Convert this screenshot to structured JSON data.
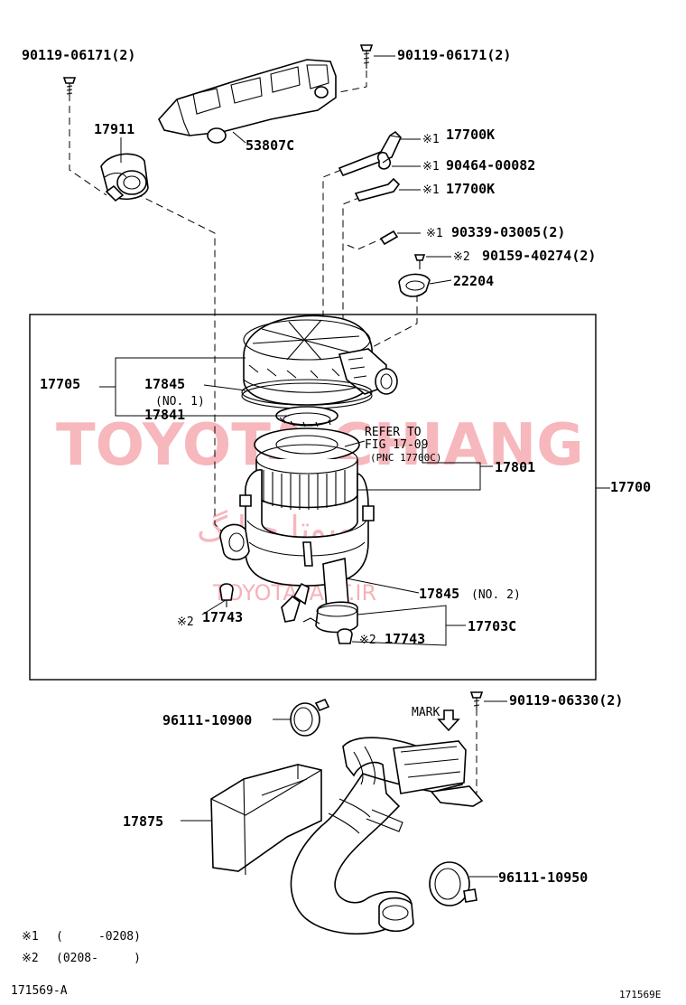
{
  "labels": {
    "p90119_06171_a": "90119-06171(2)",
    "p90119_06171_b": "90119-06171(2)",
    "p17911": "17911",
    "p53807C": "53807C",
    "p17700K_a": "17700K",
    "p90464": "90464-00082",
    "p17700K_b": "17700K",
    "p90339": "90339-03005(2)",
    "p90159": "90159-40274(2)",
    "p22204": "22204",
    "p17705": "17705",
    "p17845": "17845",
    "p17845_no1": "(NO. 1)",
    "p17841": "17841",
    "refer_1": "REFER TO",
    "refer_2": "FIG 17-09",
    "refer_3": "(PNC 17700C)",
    "p17801": "17801",
    "p17700": "17700",
    "p17845_no2_num": "17845",
    "p17845_no2_tag": "(NO. 2)",
    "p17743_a": "17743",
    "p17743_b": "17743",
    "p17703C": "17703C",
    "p96111_10900": "96111-10900",
    "mark": "MARK",
    "p90119_06330": "90119-06330(2)",
    "p17875": "17875",
    "p96111_10950": "96111-10950"
  },
  "markers": {
    "m1": "※1",
    "m2": "※2"
  },
  "footnotes": {
    "note1_mark": "※1",
    "note1_text": "(     -0208)",
    "note2_mark": "※2",
    "note2_text": "(0208-     )"
  },
  "footer": {
    "left_code": "171569-A",
    "right_code": "171569E"
  },
  "watermark": {
    "latin": "TOYOTA CHIANG",
    "arabic": "تويوتا چيانگ",
    "url": "TOYOTAPART.IR"
  }
}
